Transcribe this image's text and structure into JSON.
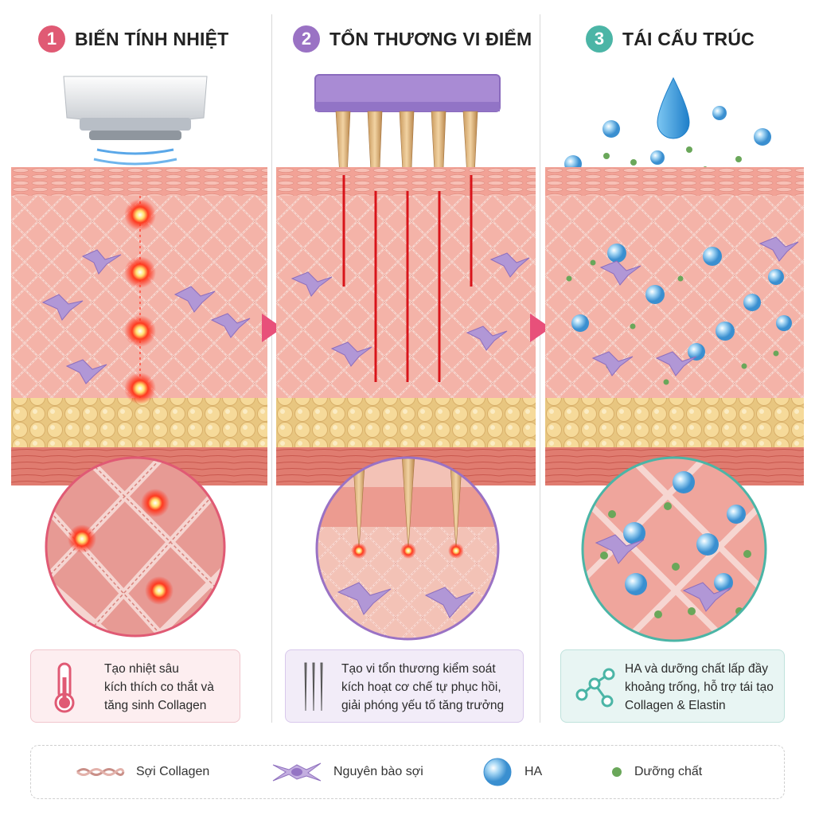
{
  "steps": [
    {
      "num": "1",
      "title": "BIẾN TÍNH NHIỆT",
      "color": "#e05a74",
      "caption": [
        "Tạo nhiệt sâu",
        "kích thích co thắt và",
        "tăng sinh Collagen"
      ],
      "icon": "thermometer-icon"
    },
    {
      "num": "2",
      "title": "TỔN THƯƠNG VI ĐIỂM",
      "color": "#9a72c4",
      "caption": [
        "Tạo vi tổn thương kiểm soát",
        "kích hoạt cơ chế tự phục hồi,",
        "giải phóng yếu tố tăng trưởng"
      ],
      "icon": "microneedle-icon"
    },
    {
      "num": "3",
      "title": "TÁI CẤU TRÚC",
      "color": "#4bb5a6",
      "caption": [
        "HA và dưỡng chất lấp đầy",
        "khoảng trống, hỗ trợ tái tạo",
        "Collagen & Elastin"
      ],
      "icon": "molecule-icon"
    }
  ],
  "legend": [
    {
      "label": "Sợi Collagen",
      "icon": "collagen-fiber-icon"
    },
    {
      "label": "Nguyên bào sợi",
      "icon": "fibroblast-icon"
    },
    {
      "label": "HA",
      "icon": "ha-bubble-icon"
    },
    {
      "label": "Dưỡng chất",
      "icon": "nutrient-dot-icon"
    }
  ],
  "colors": {
    "skin": "#f3a79b",
    "dermis": "#f6b8ad",
    "fat": "#f3d48e",
    "muscle": "#e2786f",
    "heat": "#ff2a1a",
    "arrow": "#e8507a"
  }
}
